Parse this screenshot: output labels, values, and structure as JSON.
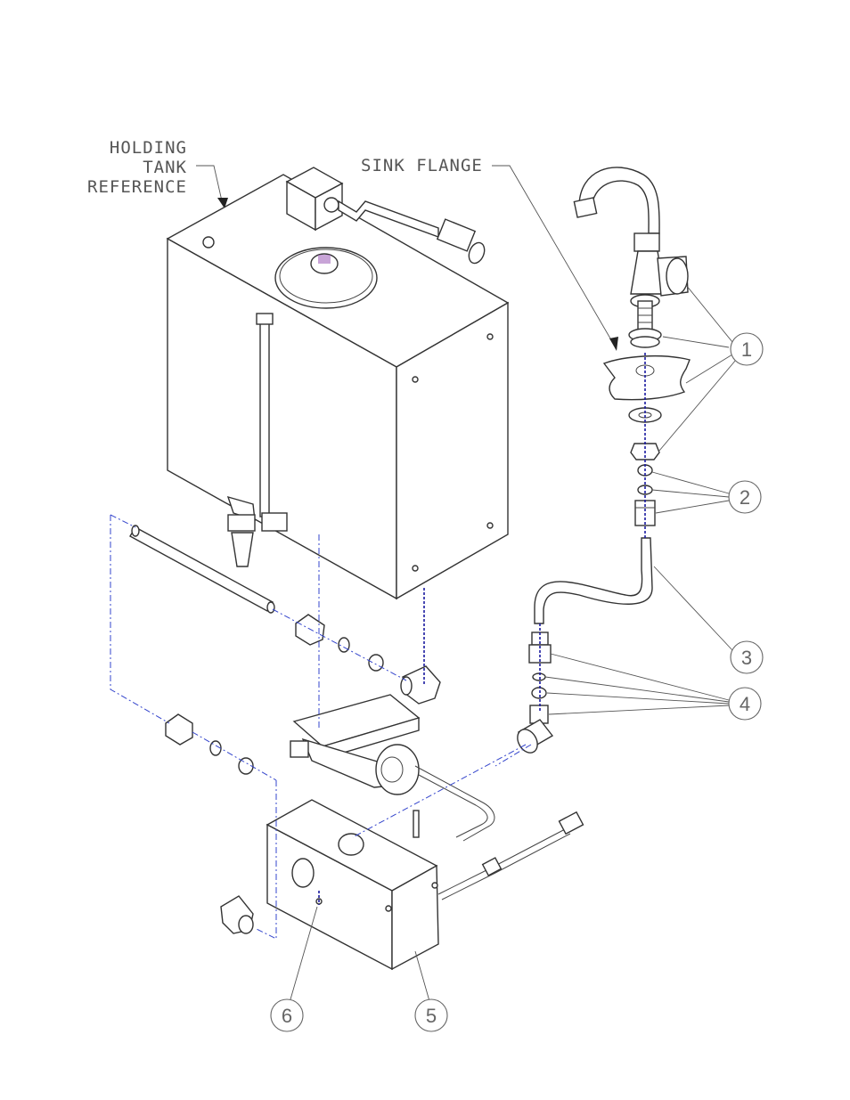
{
  "labels": {
    "holding_line1": "HOLDING",
    "holding_line2": "TANK",
    "holding_line3": "REFERENCE",
    "sink_flange": "SINK FLANGE"
  },
  "callouts": [
    "1",
    "2",
    "3",
    "4",
    "5",
    "6"
  ]
}
